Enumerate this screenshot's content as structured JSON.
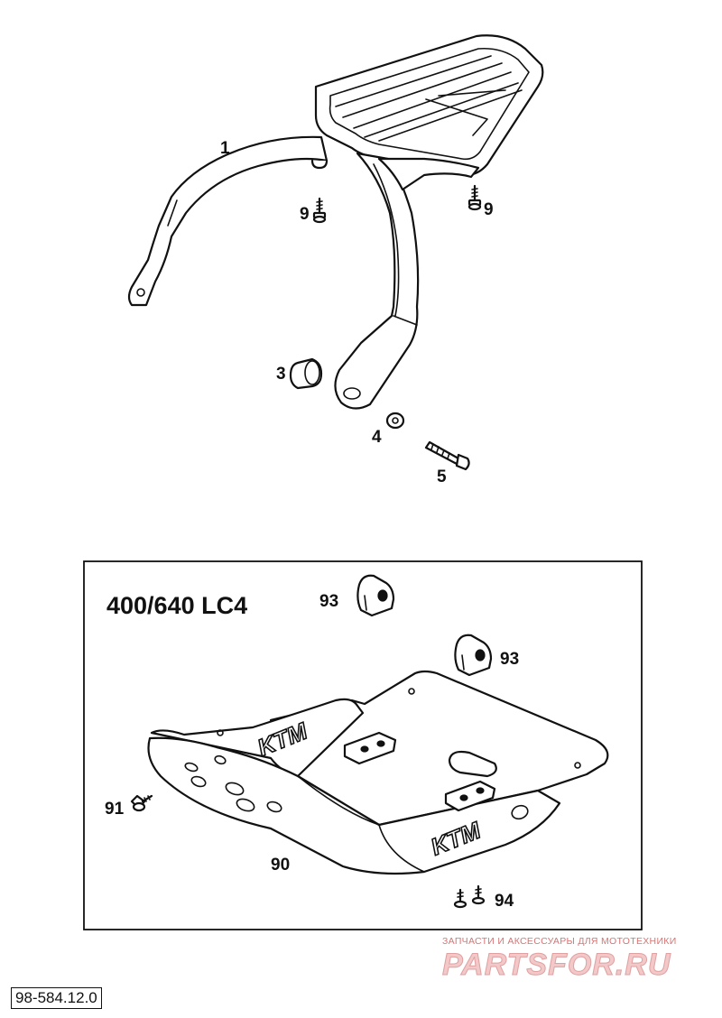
{
  "diagram": {
    "callouts": {
      "c1": "1",
      "c9a": "9",
      "c9b": "9",
      "c3": "3",
      "c4": "4",
      "c5": "5",
      "c93a": "93",
      "c93b": "93",
      "c91": "91",
      "c90": "90",
      "c94": "94"
    },
    "inset_title": "400/640 LC4",
    "skid_brand_text": "KTM",
    "document_number": "98-584.12.0"
  },
  "watermark": {
    "tagline": "ЗАПЧАСТИ И АКСЕССУАРЫ ДЛЯ МОТОТЕХНИКИ",
    "brand": "PARTSFOR.RU"
  }
}
